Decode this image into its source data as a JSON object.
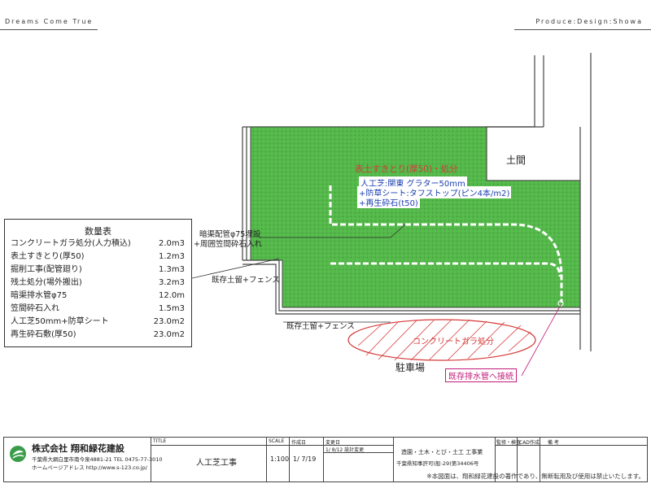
{
  "header": {
    "left_tagline": "Dreams Come True",
    "right_tagline": "Produce:Design:Showa"
  },
  "plan": {
    "labels": {
      "doma": "土間",
      "parking": "駐車場",
      "topsoil": "表土すきとり(厚50)・処分",
      "turf_line1": "人工芝:関東 グラター50mm",
      "turf_line2": "+防草シート:タフストップ(ピン4本/m2)",
      "turf_line3": "+再生砕石(t50)",
      "pipe_line1": "暗渠配管φ75埋設",
      "pipe_line2": "+周囲笠間砕石入れ",
      "retain1": "既存土留+フェンス",
      "retain2": "既存土留+フェンス",
      "concrete": "コンクリートガラ処分",
      "connect": "既存排水管へ接続"
    },
    "colors": {
      "turf": "#54b84a",
      "red": "#d63a3a",
      "magenta": "#c21b7a"
    }
  },
  "quantity_table": {
    "title": "数量表",
    "rows": [
      {
        "name": "コンクリートガラ処分(人力積込)",
        "value": "2.0m3"
      },
      {
        "name": "表土すきとり(厚50)",
        "value": "1.2m3"
      },
      {
        "name": "掘削工事(配管廻り)",
        "value": "1.3m3"
      },
      {
        "name": "残土処分(場外搬出)",
        "value": "3.2m3"
      },
      {
        "name": "暗渠排水管φ75",
        "value": "12.0m"
      },
      {
        "name": "笠間砕石入れ",
        "value": "1.5m3"
      },
      {
        "name": "人工芝50mm+防草シート",
        "value": "23.0m2"
      },
      {
        "name": "再生砕石敷(厚50)",
        "value": "23.0m2"
      }
    ]
  },
  "title_block": {
    "company": "株式会社 翔和緑花建設",
    "address_line": "千葉県大網白里市南今泉4881-21 TEL 0475-77-3010",
    "website_line": "ホームページアドレス http://www.s-123.co.jp/",
    "title_header": "TITLE",
    "title": "人工芝工事",
    "scale_header": "SCALE",
    "scale": "1:100",
    "date_header": "作成日",
    "date": "1/ 7/19",
    "revision_header": "変更日",
    "revision": "1/ 8/12 設計変更",
    "license_line1": "造園・土木・とび・土工 工事業",
    "license_line2": "千葉県知事許可(般-29)第34406号",
    "check_header": "監修・検査",
    "cad_header": "CAD作成",
    "remarks_header": "備 考",
    "footnote": "※本図面は、翔和緑花建設の著作であり、無断転用及び使用は禁止いたします。"
  }
}
